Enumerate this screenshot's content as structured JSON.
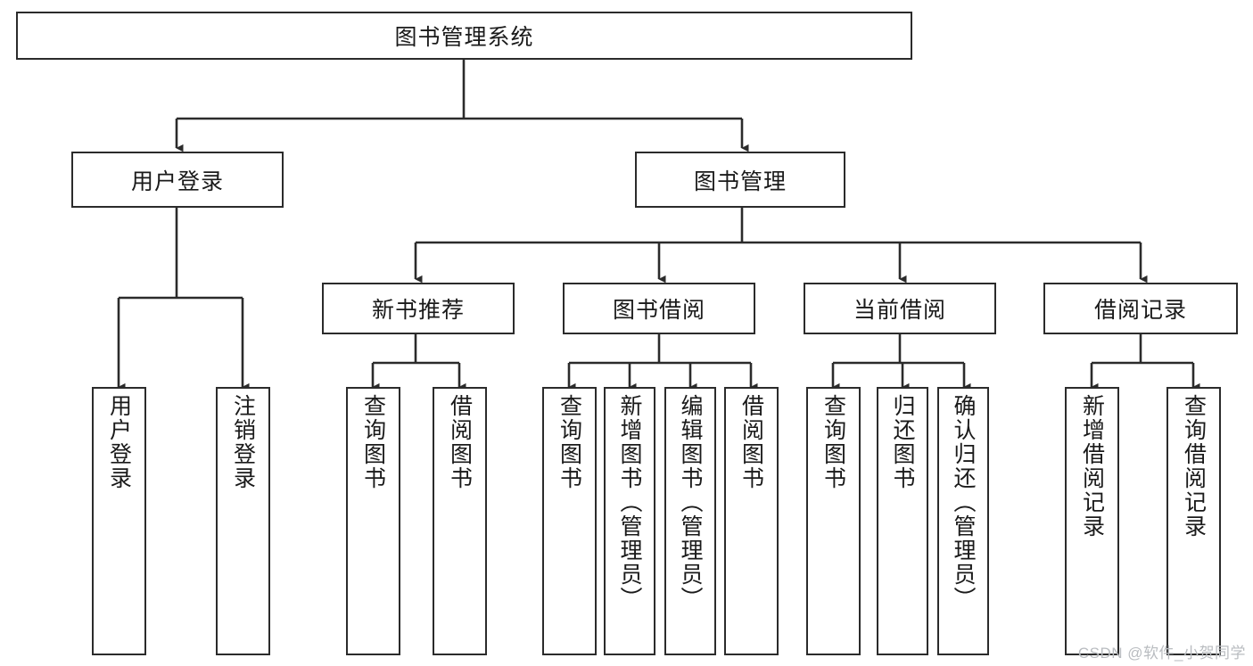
{
  "diagram": {
    "type": "hierarchy-tree",
    "title": "图书管理系统",
    "orientation": "top-down",
    "levels": 4,
    "root": {
      "label": "图书管理系统"
    },
    "level2": [
      {
        "label": "用户登录"
      },
      {
        "label": "图书管理"
      }
    ],
    "level3": [
      {
        "label": "新书推荐"
      },
      {
        "label": "图书借阅"
      },
      {
        "label": "当前借阅"
      },
      {
        "label": "借阅记录"
      }
    ],
    "leaves": {
      "user_login": [
        {
          "label": "用户登录"
        },
        {
          "label": "注销登录"
        }
      ],
      "new_book": [
        {
          "label": "查询图书"
        },
        {
          "label": "借阅图书"
        }
      ],
      "book_borrow": [
        {
          "label": "查询图书"
        },
        {
          "label": "新增图书（管理员）"
        },
        {
          "label": "编辑图书（管理员）"
        },
        {
          "label": "借阅图书"
        }
      ],
      "current_borrow": [
        {
          "label": "查询图书"
        },
        {
          "label": "归还图书"
        },
        {
          "label": "确认归还（管理员）"
        }
      ],
      "borrow_record": [
        {
          "label": "新增借阅记录"
        },
        {
          "label": "查询借阅记录"
        }
      ]
    }
  },
  "watermark": {
    "text": "CSDN @软件_小贺同学"
  },
  "colors": {
    "box_border": "#2b2b2b",
    "box_fill": "#ffffff",
    "text": "#1a1a1a",
    "connector": "#2b2b2b",
    "watermark": "#b9bcc0"
  }
}
